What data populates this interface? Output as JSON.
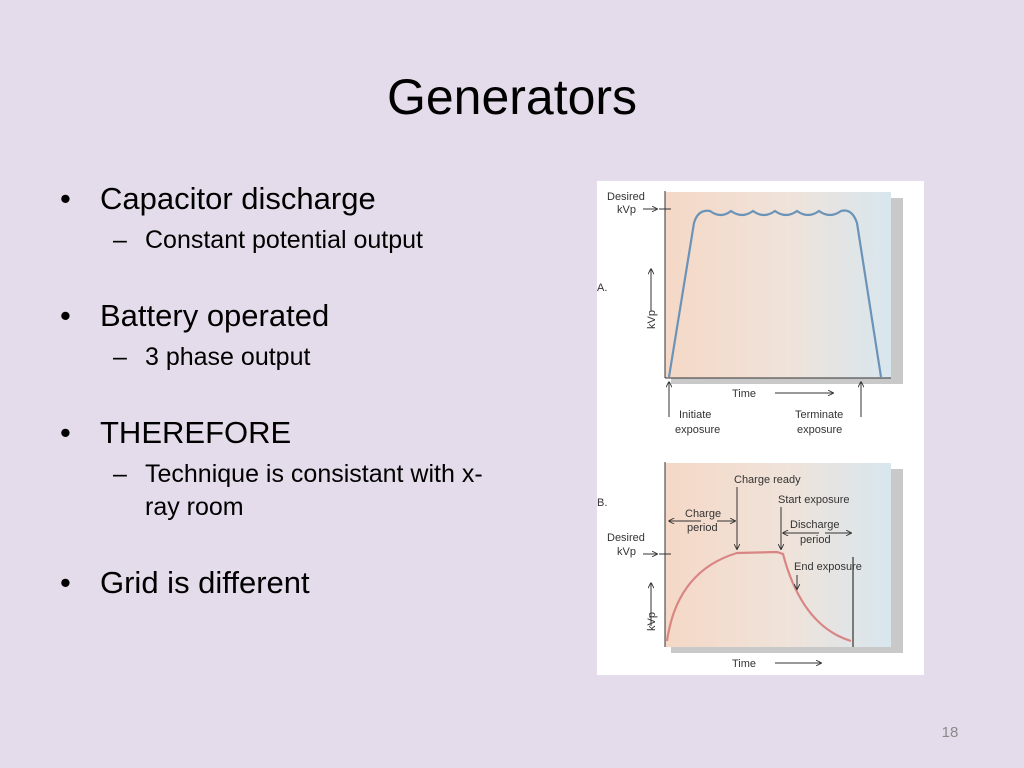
{
  "slide": {
    "title": "Generators",
    "page_number": "18"
  },
  "bullets": [
    {
      "text": "Capacitor discharge",
      "sub": [
        "Constant potential output"
      ]
    },
    {
      "text": "Battery operated",
      "sub": [
        "3 phase output"
      ]
    },
    {
      "text": "THEREFORE",
      "sub": [
        "Technique is consistant with x-ray room"
      ]
    },
    {
      "text": "Grid is different",
      "sub": []
    }
  ],
  "bullet_glyph": "•",
  "dash_glyph": "–",
  "figure": {
    "panel_a": {
      "letter": "A.",
      "desired_label_1": "Desired",
      "desired_label_2": "kVp",
      "y_label": "kVp",
      "x_label": "Time",
      "initiate_1": "Initiate",
      "initiate_2": "exposure",
      "terminate_1": "Terminate",
      "terminate_2": "exposure"
    },
    "panel_b": {
      "letter": "B.",
      "desired_label_1": "Desired",
      "desired_label_2": "kVp",
      "y_label": "kVp",
      "x_label": "Time",
      "charge_ready": "Charge ready",
      "start_exposure": "Start exposure",
      "charge_period_1": "Charge",
      "charge_period_2": "period",
      "discharge_period_1": "Discharge",
      "discharge_period_2": "period",
      "end_exposure": "End exposure"
    },
    "colors": {
      "curve_a": "#6b93b8",
      "curve_b": "#d98585",
      "panel_left": "#f5d8c6",
      "panel_right": "#d8e6ee"
    }
  }
}
